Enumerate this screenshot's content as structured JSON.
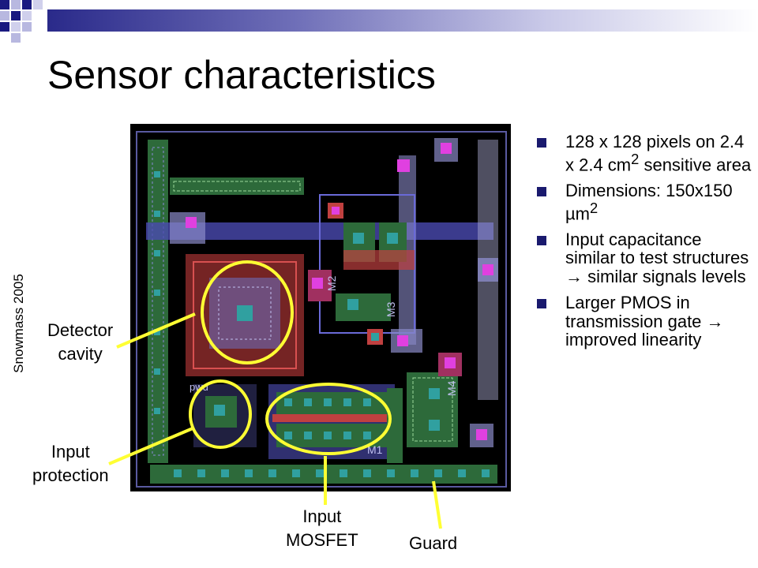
{
  "title": "Sensor characteristics",
  "side_label": "Snowmass 2005",
  "bullets": [
    {
      "text": "128 x 128 pixels on 2.4 x 2.4 cm",
      "sup": "2",
      "tail": " sensitive area"
    },
    {
      "text": "Dimensions: 150x150 µm",
      "sup": "2",
      "tail": ""
    },
    {
      "text": "Input capacitance similar to test structures → similar signals levels",
      "sup": "",
      "tail": ""
    },
    {
      "text": "Larger PMOS in transmission gate → improved linearity",
      "sup": "",
      "tail": ""
    }
  ],
  "callouts": {
    "detector_1": "Detector",
    "detector_2": "cavity",
    "protection_1": "Input",
    "protection_2": "protection",
    "mosfet_1": "Input",
    "mosfet_2": "MOSFET",
    "guard": "Guard"
  },
  "layout_labels": {
    "m1": "M1",
    "m2": "M2",
    "m3": "M3",
    "m4": "M4",
    "pwd": "pwd"
  },
  "colors": {
    "bullet": "#1a1a6e",
    "highlight": "#ffff33",
    "layout_bg": "#000000"
  }
}
